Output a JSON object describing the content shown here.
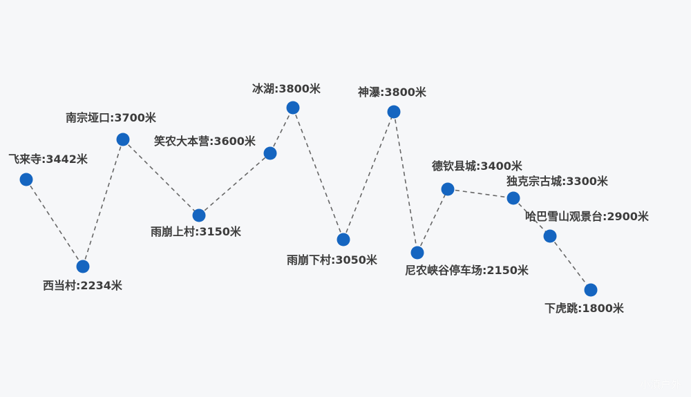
{
  "chart_data": {
    "type": "line",
    "title": "",
    "unit": "米",
    "points": [
      {
        "name": "飞来寺",
        "value": 3442,
        "label": "飞来寺:3442米"
      },
      {
        "name": "西当村",
        "value": 2234,
        "label": "西当村:2234米"
      },
      {
        "name": "南宗垭口",
        "value": 3700,
        "label": "南宗垭口:3700米"
      },
      {
        "name": "雨崩上村",
        "value": 3150,
        "label": "雨崩上村:3150米"
      },
      {
        "name": "笑农大本营",
        "value": 3600,
        "label": "笑农大本营:3600米"
      },
      {
        "name": "冰湖",
        "value": 3800,
        "label": "冰湖:3800米"
      },
      {
        "name": "雨崩下村",
        "value": 3050,
        "label": "雨崩下村:3050米"
      },
      {
        "name": "神瀑",
        "value": 3800,
        "label": "神瀑:3800米"
      },
      {
        "name": "尼农峡谷停车场",
        "value": 2150,
        "label": "尼农峡谷停车场:2150米"
      },
      {
        "name": "德钦县城",
        "value": 3400,
        "label": "德钦县城:3400米"
      },
      {
        "name": "独克宗古城",
        "value": 3300,
        "label": "独克宗古城:3300米"
      },
      {
        "name": "哈巴雪山观景台",
        "value": 2900,
        "label": "哈巴雪山观景台:2900米"
      },
      {
        "name": "下虎跳",
        "value": 1800,
        "label": "下虎跳:1800米"
      }
    ],
    "line_style": "dashed",
    "marker_color": "#1565c0",
    "line_color": "#666666"
  },
  "watermark": "小滇户外"
}
